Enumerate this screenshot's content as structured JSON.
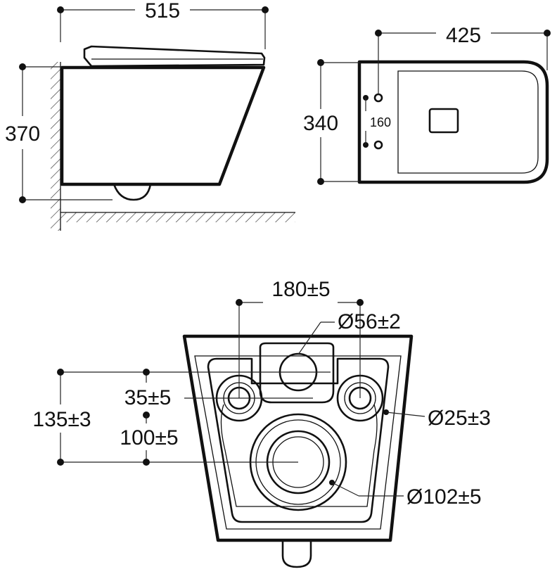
{
  "side_view": {
    "width_label": "515",
    "height_label": "370"
  },
  "top_view": {
    "width_label": "425",
    "height_label": "340",
    "bolt_spacing_label": "160"
  },
  "bottom_view": {
    "bolt_spacing_label": "180±5",
    "inlet_diameter_label": "Ø56±2",
    "bolt_hole_diameter_label": "Ø25±3",
    "outlet_diameter_label": "Ø102±5",
    "outlet_height_label": "135±3",
    "bolt_offset_label": "35±5",
    "bolt_to_outlet_label": "100±5"
  }
}
